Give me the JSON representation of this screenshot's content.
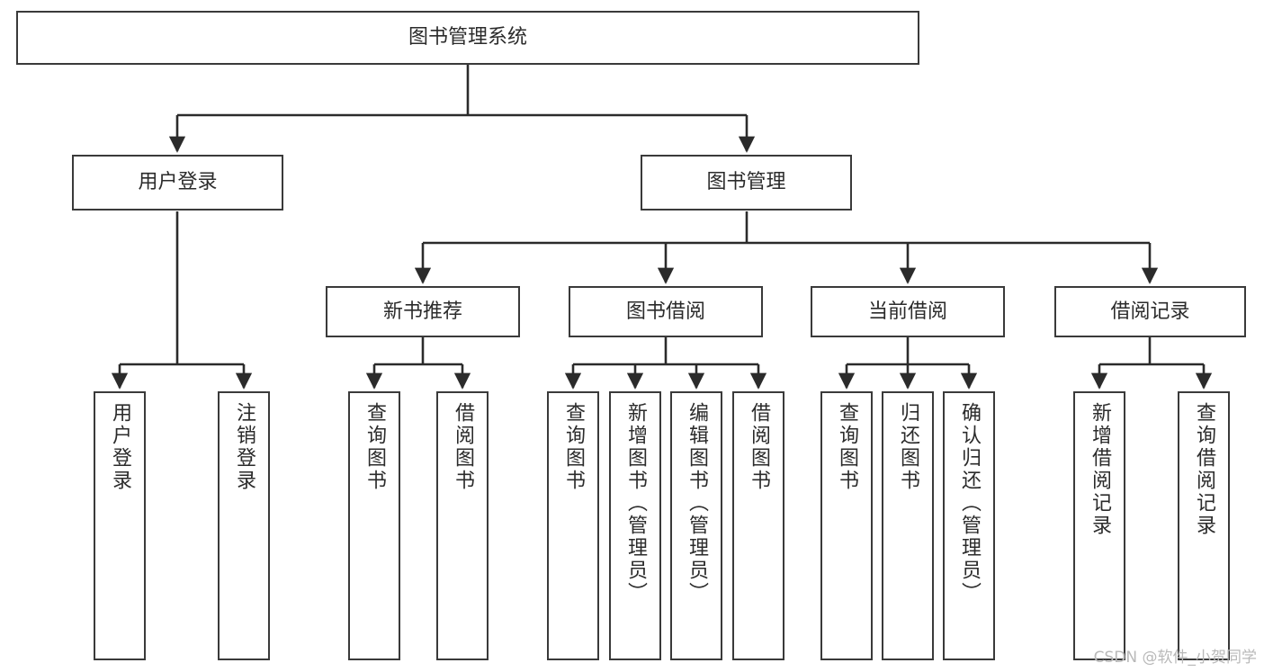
{
  "diagram": {
    "title": "图书管理系统",
    "type": "hierarchy-tree",
    "watermark": "CSDN @软件_小贺同学",
    "colors": {
      "box_border": "#3a3a3a",
      "box_fill": "#ffffff",
      "connector": "#2b2b2b",
      "text": "#2b2b2b",
      "watermark": "#b9b9b9"
    },
    "levels": {
      "root": {
        "label": "图书管理系统"
      },
      "level1": [
        {
          "label": "用户登录"
        },
        {
          "label": "图书管理"
        }
      ],
      "level2": [
        {
          "label": "新书推荐"
        },
        {
          "label": "图书借阅"
        },
        {
          "label": "当前借阅"
        },
        {
          "label": "借阅记录"
        }
      ],
      "leaves": {
        "user_login": [
          {
            "label": "用户登录"
          },
          {
            "label": "注销登录"
          }
        ],
        "new_book_recommend": [
          {
            "label": "查询图书"
          },
          {
            "label": "借阅图书"
          }
        ],
        "book_borrow": [
          {
            "label": "查询图书"
          },
          {
            "label": "新增图书（管理员）"
          },
          {
            "label": "编辑图书（管理员）"
          },
          {
            "label": "借阅图书"
          }
        ],
        "current_borrow": [
          {
            "label": "查询图书"
          },
          {
            "label": "归还图书"
          },
          {
            "label": "确认归还（管理员）"
          }
        ],
        "borrow_record": [
          {
            "label": "新增借阅记录"
          },
          {
            "label": "查询借阅记录"
          }
        ]
      }
    }
  }
}
